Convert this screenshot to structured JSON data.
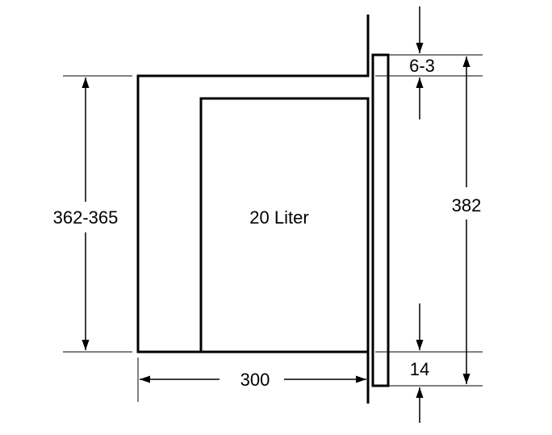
{
  "labels": {
    "volume": "20 Liter",
    "cabinet_height": "362-365",
    "depth": "300",
    "overall_height": "382",
    "top_gap": "6-3",
    "bottom_gap": "14"
  },
  "colors": {
    "line": "#000000",
    "background": "#ffffff"
  }
}
